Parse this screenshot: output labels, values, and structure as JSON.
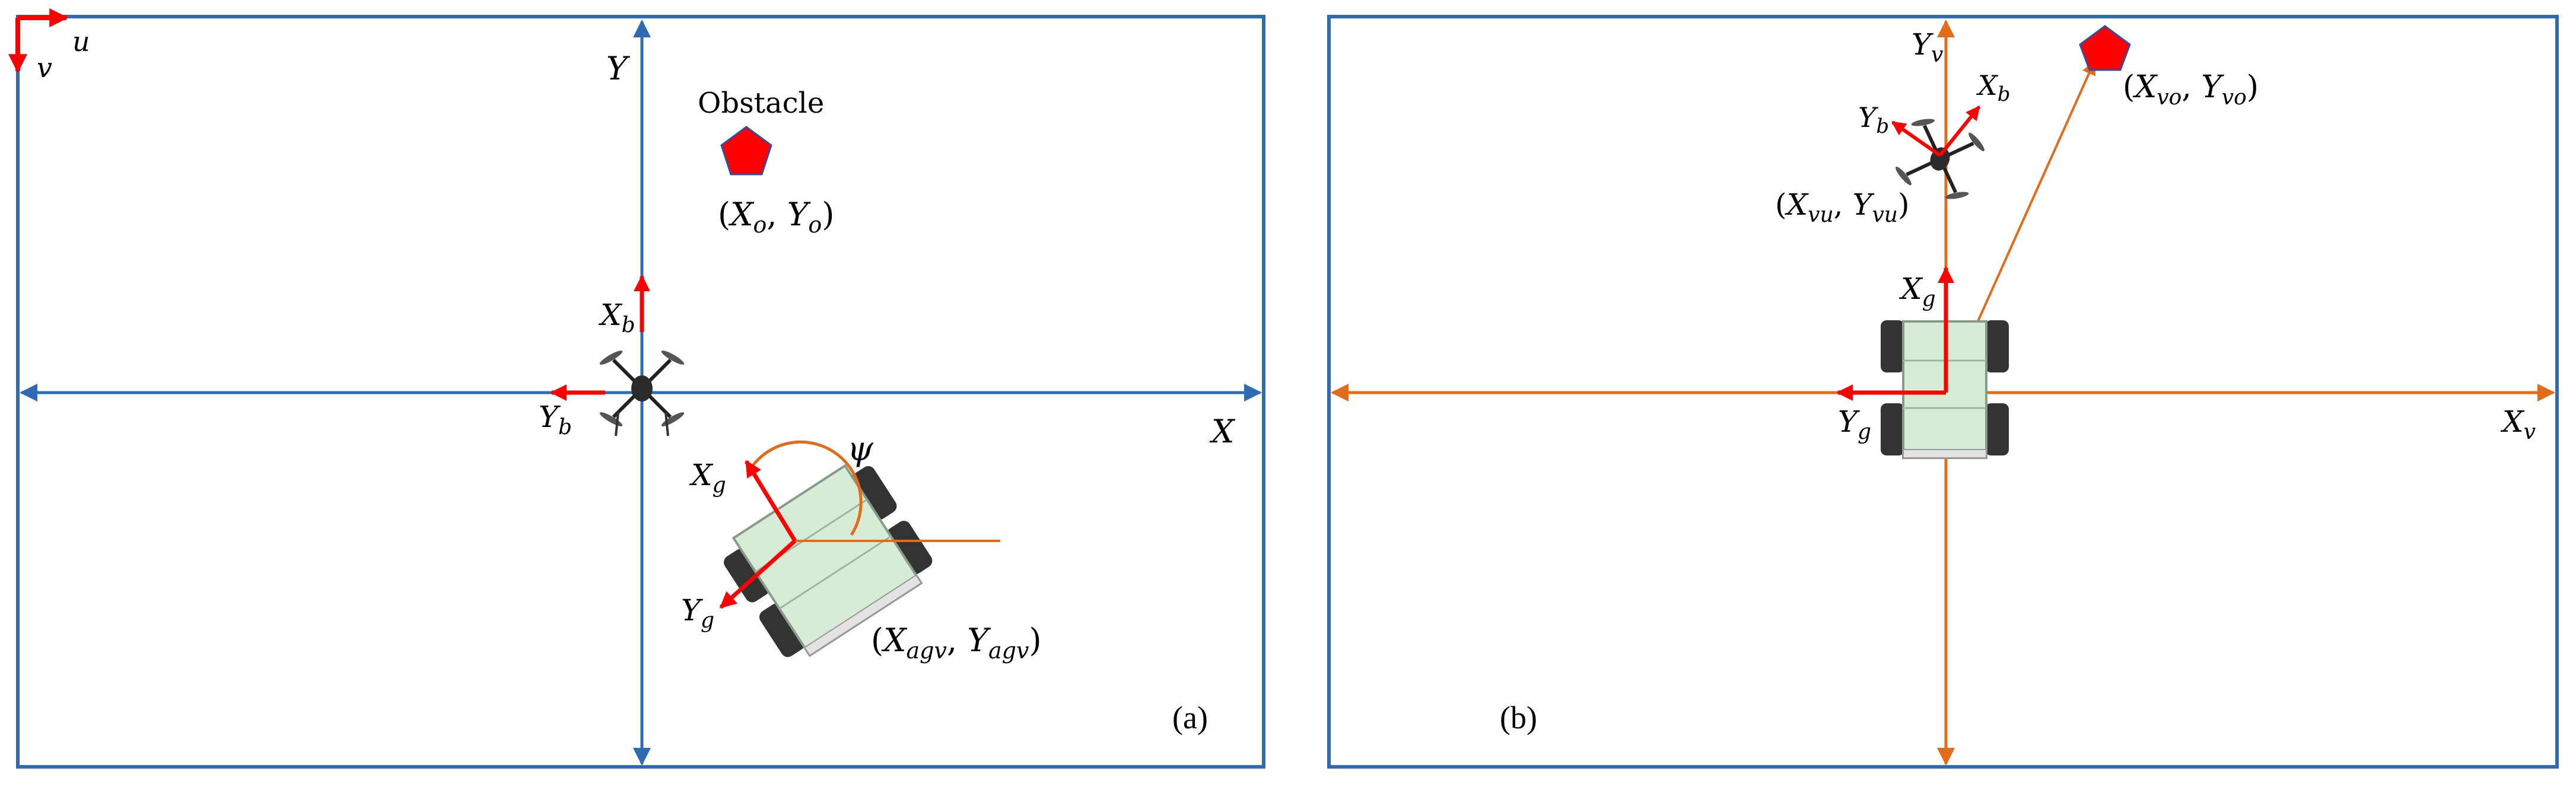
{
  "colors": {
    "panel_a_axis": "#2f6bb2",
    "panel_b_axis": "#e36c1a",
    "frame_arrow": "#ff0000",
    "obstacle_fill": "#ff0000",
    "obstacle_stroke": "#2f4f9f",
    "agv_body": "#d7ecd4",
    "wheel": "#333333"
  },
  "panel_a": {
    "caption": "(a)",
    "image_frame": {
      "u": "u",
      "v": "v"
    },
    "world_axes": {
      "x": "X",
      "y": "Y"
    },
    "obstacle_label": "Obstacle",
    "obstacle_coord": {
      "x_sym": "X",
      "x_sub": "o",
      "y_sym": "Y",
      "y_sub": "o"
    },
    "drone_axes": {
      "x_sym": "X",
      "x_sub": "b",
      "y_sym": "Y",
      "y_sub": "b"
    },
    "agv_axes": {
      "x_sym": "X",
      "x_sub": "g",
      "y_sym": "Y",
      "y_sub": "g"
    },
    "heading_angle": "ψ",
    "agv_coord": {
      "x_sym": "X",
      "x_sub": "agv",
      "y_sym": "Y",
      "y_sub": "agv"
    }
  },
  "panel_b": {
    "caption": "(b)",
    "vehicle_axes": {
      "x_sym": "X",
      "x_sub": "v",
      "y_sym": "Y",
      "y_sub": "v"
    },
    "drone_axes": {
      "x_sym": "X",
      "x_sub": "b",
      "y_sym": "Y",
      "y_sub": "b"
    },
    "drone_coord": {
      "x_sym": "X",
      "x_sub": "vu",
      "y_sym": "Y",
      "y_sub": "vu"
    },
    "obstacle_coord": {
      "x_sym": "X",
      "x_sub": "vo",
      "y_sym": "Y",
      "y_sub": "vo"
    },
    "agv_axes": {
      "x_sym": "X",
      "x_sub": "g",
      "y_sym": "Y",
      "y_sub": "g"
    }
  }
}
